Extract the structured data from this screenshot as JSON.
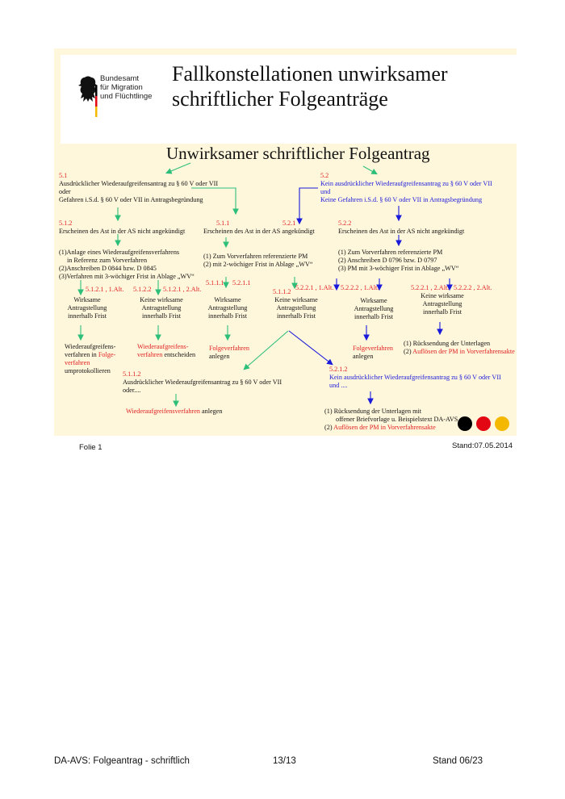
{
  "header": {
    "logo_lines": [
      "Bundesamt",
      "für Migration",
      "und Flüchtlinge"
    ],
    "title_lines": [
      "Fallkonstellationen unwirksamer",
      "schriftlicher Folgeanträge"
    ]
  },
  "subtitle": "Unwirksamer schriftlicher Folgeantrag",
  "left": {
    "n51": "5.1",
    "l51a": "Ausdrücklicher Wiederaufgreifensantrag zu § 60 V oder VII",
    "l51b": "oder",
    "l51c": "Gefahren i.S.d. § 60 V oder VII in Antragsbegründung",
    "n512": "5.1.2",
    "l512": "Erscheinen des Ast in der AS nicht angekündigt",
    "list1": "(1)Anlage eines Wiederaufgreifensverfahrens",
    "list1b": "in Referenz zum Vorverfahren",
    "list2": "(2)Anschreiben D 0844 bzw. D 0845",
    "list3": "(3)Verfahren mit 3-wöchiger Frist in Ablage „WV“",
    "n51211": "5.1.2.1 , 1.Alt.",
    "n5122": "5.1.2.2",
    "n51212": "5.1.2.1 , 2.Alt.",
    "wirksam": [
      "Wirksame",
      "Antragstellung",
      "innerhalb Frist"
    ],
    "keinwirksam": [
      "Keine wirksame",
      "Antragstellung",
      "innerhalb Frist"
    ],
    "res1a": "Wiederaufgreifens-",
    "res1b": "verfahren in ",
    "res1b_red": "Folge-",
    "res1c_red": "verfahren",
    "res1d": "umprotokollieren",
    "res2a_red": "Wiederaufgreifens-",
    "res2b_red": "verfahren",
    "res2b": " entscheiden"
  },
  "mid": {
    "n511": "5.1.1",
    "n521": "5.2.1",
    "l511": "Erscheinen des Ast in der AS angekündigt",
    "list1": "(1)  Zum Vorverfahren referenzierte PM",
    "list2": "(2)  mit 2-wöchiger Frist in Ablage „WV“",
    "n5111": "5.1.1.1",
    "n5211": "5.2.1.1",
    "n5112": "5.1.1.2",
    "wirksam": [
      "Wirksame",
      "Antragstellung",
      "innerhalb Frist"
    ],
    "keinwirksam": [
      "Keine wirksame",
      "Antragstellung",
      "innerhalb Frist"
    ],
    "res1_red": "Folgeverfahren",
    "res1b": "anlegen",
    "n5112b": "5.1.1.2",
    "l5112a": "Ausdrücklicher Wiederaufgreifensantrag zu § 60 V oder VII",
    "l5112b": "oder....",
    "res2_red": "Wiederaufgreifensverfahren",
    "res2b": " anlegen"
  },
  "right": {
    "n52": "5.2",
    "l52a": "Kein ausdrücklicher Wiederaufgreifensantrag zu § 60 V oder VII",
    "l52b": "und",
    "l52c": "Keine Gefahren i.S.d. § 60 V oder VII in Antragsbegründung",
    "n522": "5.2.2",
    "l522": "Erscheinen des Ast in der AS nicht angekündigt",
    "list1": "(1)  Zum Vorverfahren referenzierte PM",
    "list2": "(2)  Anschreiben D 0796 bzw. D 0797",
    "list3": "(3)  PM mit 3-wöchiger Frist in Ablage „WV“",
    "n52211": "5.2.2.1 , 1.Alt.",
    "n52221": "5.2.2.2 , 1.Alt.",
    "n52212": "5.2.2.1 , 2.Alt.",
    "n52222": "5.2.2.2 , 2.Alt.",
    "wirksam": [
      "Wirksame",
      "Antragstellung",
      "innerhalb Frist"
    ],
    "keinwirksam": [
      "Keine wirksame",
      "Antragstellung",
      "innerhalb Frist"
    ],
    "res1_red": "Folgeverfahren",
    "res1b": "anlegen",
    "res2a": "(1)  Rücksendung der Unterlagen",
    "res2b_pre": "(2) ",
    "res2b_red": "Auflösen der PM in Vorverfahrensakte",
    "n5212": "5.2.1.2",
    "l5212a": "Kein ausdrücklicher Wiederaufgreifensantrag zu § 60 V oder VII",
    "l5212b": "und ....",
    "res3a": "(1)  Rücksendung der Unterlagen mit",
    "res3b": "offener  Briefvorlage u. Beispielstext DA-AVS",
    "res3c_pre": "(2) ",
    "res3c_red": "Auflösen der PM in Vorverfahrensakte"
  },
  "slide_footer": {
    "folie": "Folie 1",
    "stand": "Stand:07.05.2014"
  },
  "colors": {
    "dot1": "#000000",
    "dot2": "#e30613",
    "dot3": "#f5b800"
  },
  "page_footer": {
    "left": "DA-AVS: Folgeantrag - schriftlich",
    "center": "13/13",
    "right": "Stand 06/23"
  }
}
